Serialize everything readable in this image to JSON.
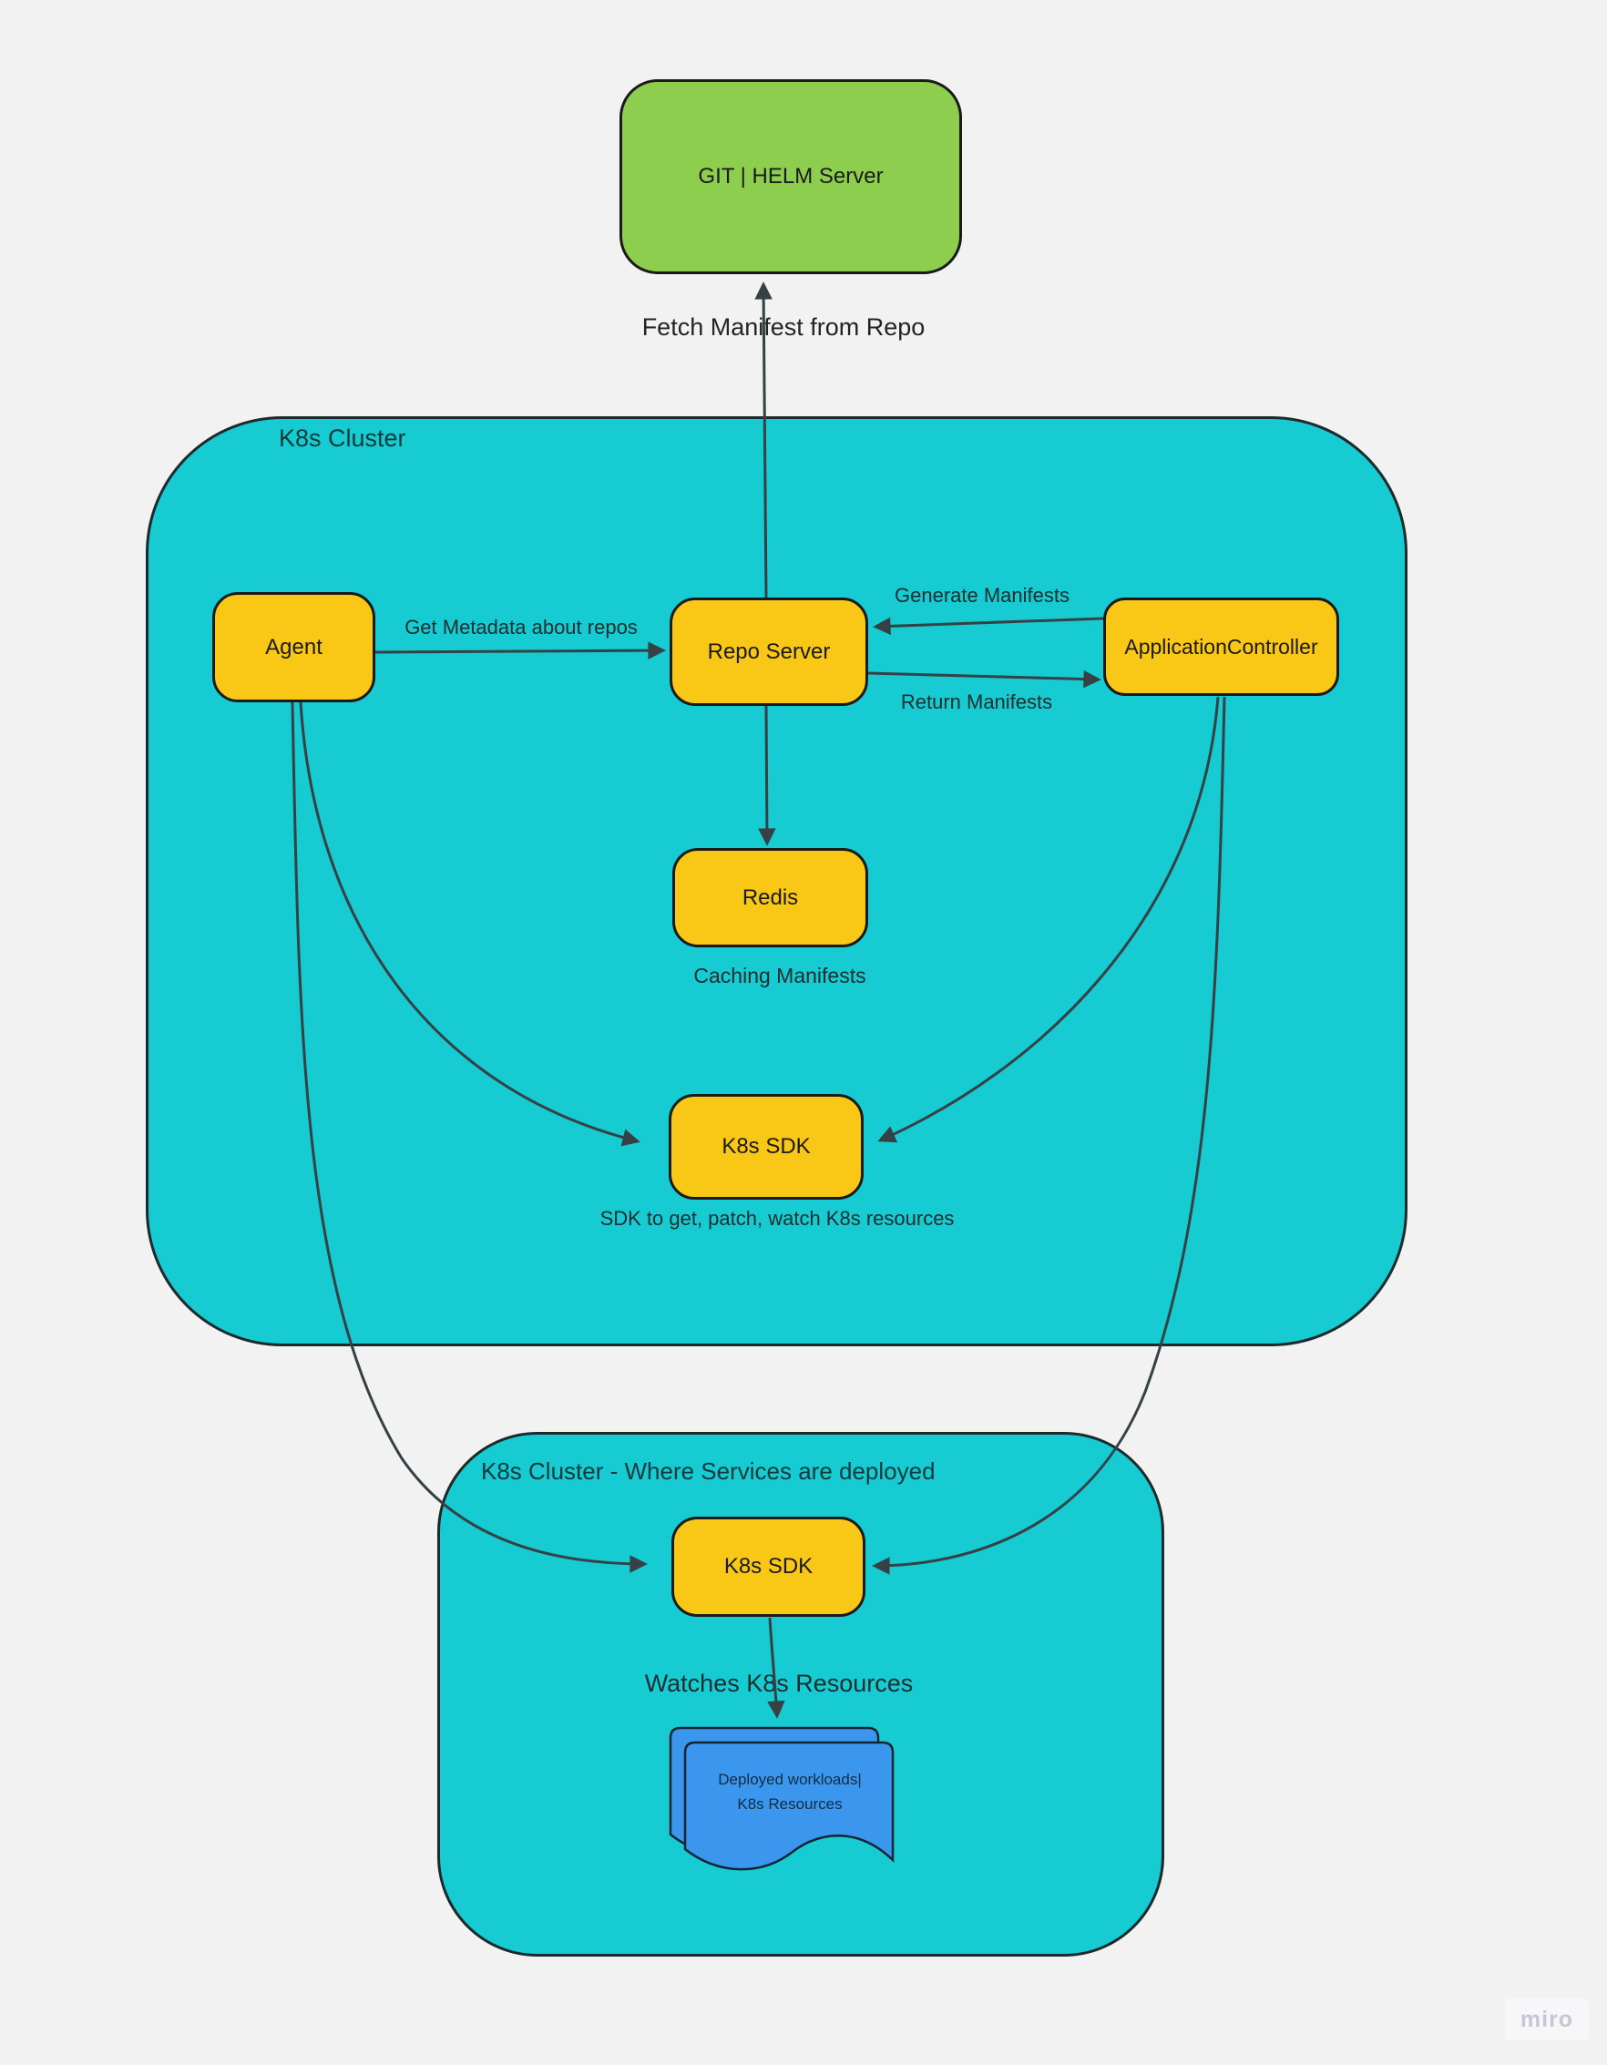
{
  "app": {
    "kind": "whiteboard-diagram",
    "watermark": "miro"
  },
  "colors": {
    "canvas_bg": "#f2f2f2",
    "cluster_fill": "#16cbd2",
    "node_fill": "#f9c716",
    "git_fill": "#8dce4f",
    "doc_fill": "#3b96ee",
    "stroke": "#1a1a1a",
    "arrow": "#354145",
    "watermark_text": "#c6c7d4"
  },
  "clusters": {
    "primary": {
      "title": "K8s Cluster"
    },
    "deploy": {
      "title": "K8s Cluster - Where Services are deployed"
    }
  },
  "nodes": {
    "git_helm": {
      "label": "GIT | HELM Server"
    },
    "agent": {
      "label": "Agent"
    },
    "repo_server": {
      "label": "Repo Server"
    },
    "application_controller": {
      "label": "ApplicationController"
    },
    "redis": {
      "label": "Redis"
    },
    "k8s_sdk_primary": {
      "label": "K8s SDK"
    },
    "k8s_sdk_deploy": {
      "label": "K8s SDK"
    },
    "workloads_doc": {
      "line1": "Deployed workloads|",
      "line2": "K8s Resources"
    }
  },
  "edge_labels": {
    "fetch_manifest": "Fetch Manifest from Repo",
    "get_metadata": "Get Metadata about repos",
    "generate_manifests": "Generate Manifests",
    "return_manifests": "Return Manifests",
    "caching_manifests": "Caching Manifests",
    "sdk_description": "SDK to get, patch, watch K8s resources",
    "watches": "Watches K8s Resources"
  }
}
